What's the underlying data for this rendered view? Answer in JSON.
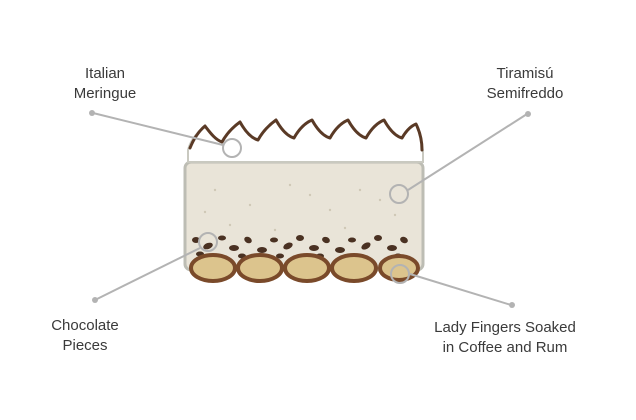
{
  "labels": {
    "meringue": {
      "line1": "Italian",
      "line2": "Meringue"
    },
    "semifreddo": {
      "line1": "Tiramisú",
      "line2": "Semifreddo"
    },
    "chocolate": {
      "line1": "Chocolate",
      "line2": "Pieces"
    },
    "ladyfingers": {
      "line1": "Lady Fingers Soaked",
      "line2": "in Coffee and Rum"
    }
  },
  "colors": {
    "meringue": "#ffffff",
    "semifreddo": "#e9e4d8",
    "outline": "#bdbdb4",
    "chocolate": "#4a3122",
    "ladyfinger_fill": "#dcc48d",
    "ladyfinger_rim": "#7a4a2a",
    "leader_line": "#b3b3b3",
    "text": "#3a3a3a"
  }
}
